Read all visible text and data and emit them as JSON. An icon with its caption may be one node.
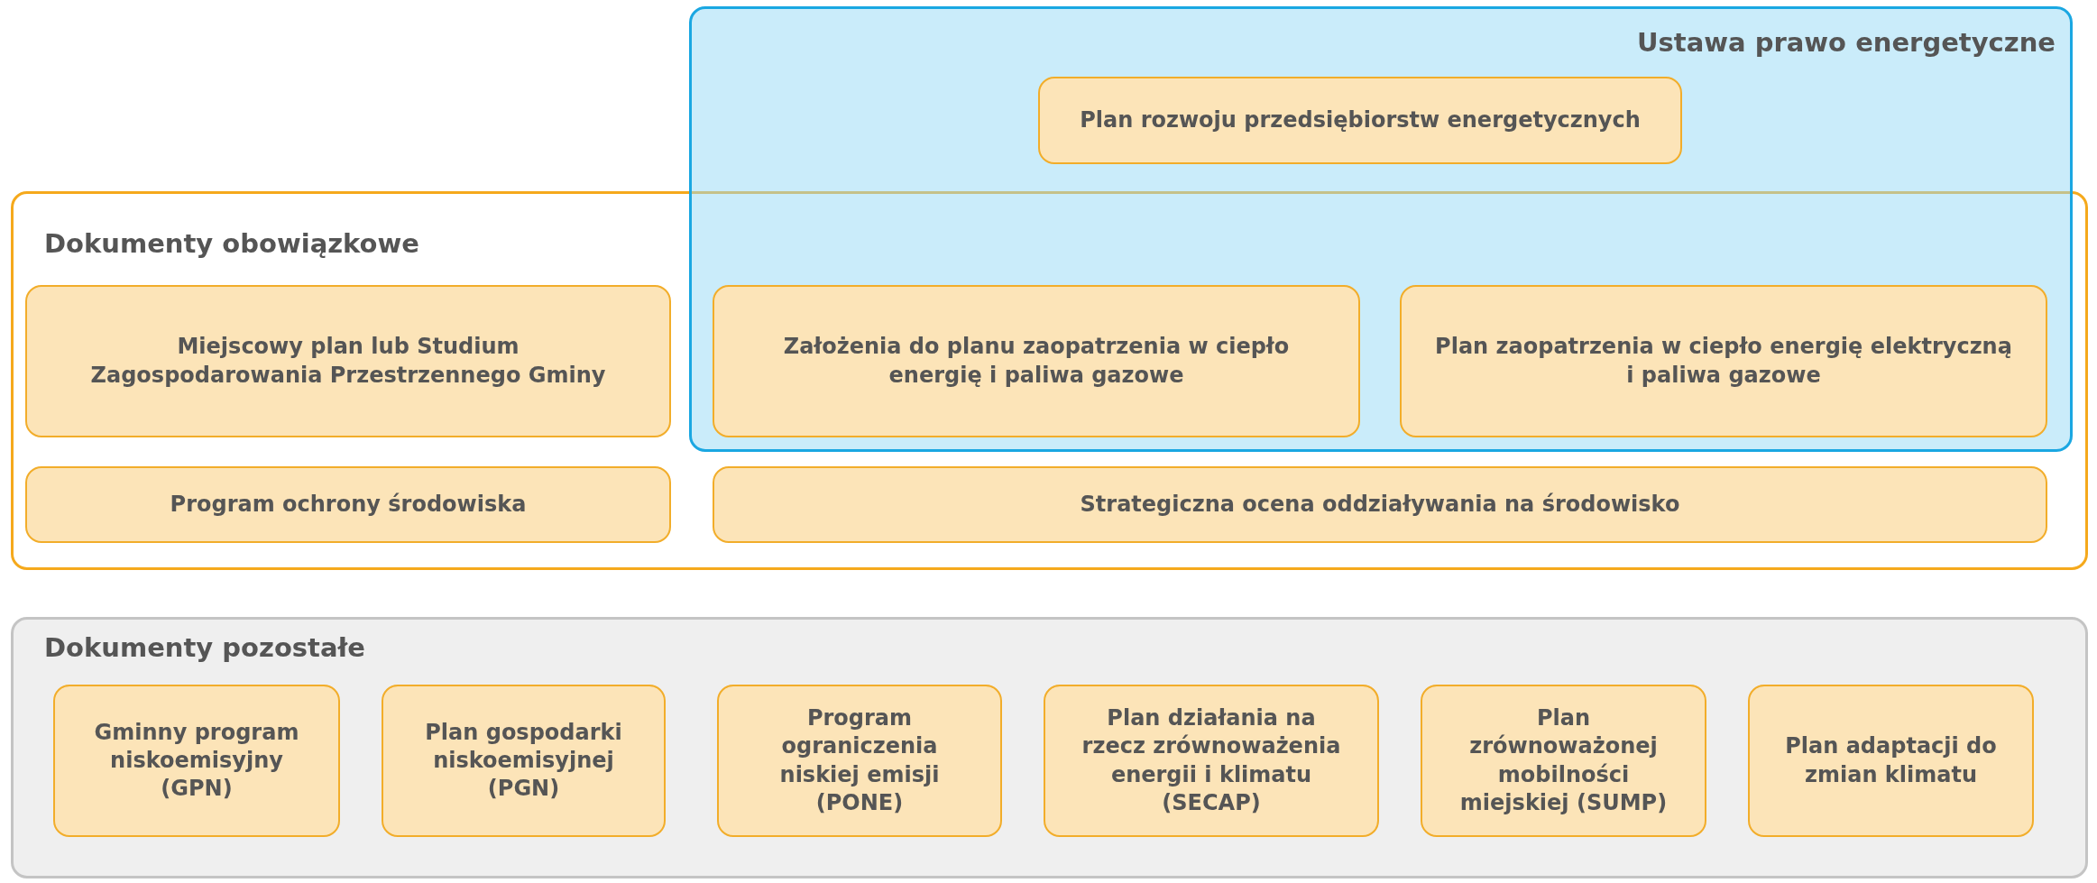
{
  "diagram": {
    "nodes": [
      {
        "text": [
          "Ustawa prawo energetyczne"
        ]
      },
      {
        "text": [
          "Plan rozwoju przedsiębiorstw energetycznych"
        ],
        "in": 0
      },
      {
        "text": [
          "Dokumenty obowiązkowe"
        ]
      },
      {
        "text": [
          "Miejscowy plan lub Studium Zagospodarowania Przestrzennego Gminy"
        ],
        "in": 2
      },
      {
        "text": [
          "Założenia do planu zaopatrzenia w ciepło energię i paliwa gazowe"
        ]
      },
      {
        "text": [
          "Plan zaopatrzenia w ciepło energię elektryczną i paliwa gazowe"
        ]
      },
      {
        "text": [
          "Program ochrony środowiska"
        ],
        "in": 2
      },
      {
        "text": [
          "Strategiczna ocena oddziaływania na środowisko"
        ],
        "in": 2
      },
      {
        "text": [
          "Dokumenty pozostałe"
        ]
      },
      {
        "text": [
          "Gminny program niskoemisyjny (GPN)"
        ],
        "in": 8
      },
      {
        "text": [
          "Plan gospodarki niskoemisyjnej (PGN)"
        ],
        "in": 8
      },
      {
        "text": [
          "Program ograniczenia niskiej emisji (PONE)"
        ],
        "in": 8
      },
      {
        "text": [
          "Plan działania na rzecz zrównoważenia energii i klimatu (SECAP)"
        ],
        "in": 8
      },
      {
        "text": [
          "Plan zrównoważonej mobilności miejskiej (SUMP)"
        ],
        "in": 8
      },
      {
        "text": [
          "Plan adaptacji do zmian klimatu"
        ],
        "in": 8
      }
    ]
  }
}
